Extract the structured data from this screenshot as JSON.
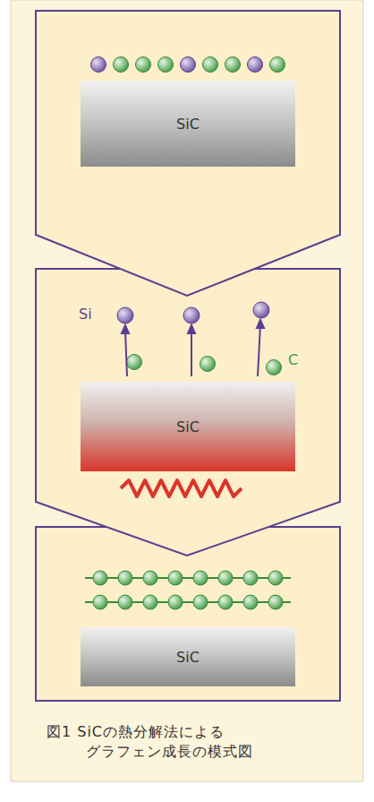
{
  "diagram": {
    "caption": "図1 SiCの熱分解法による グラフェン成長の模式図",
    "nodes": [
      {
        "text": [
          "SiC"
        ]
      },
      {
        "text": [
          "SiC"
        ]
      },
      {
        "text": [
          "SiC"
        ]
      }
    ],
    "labels": [
      "Si",
      "C"
    ]
  }
}
